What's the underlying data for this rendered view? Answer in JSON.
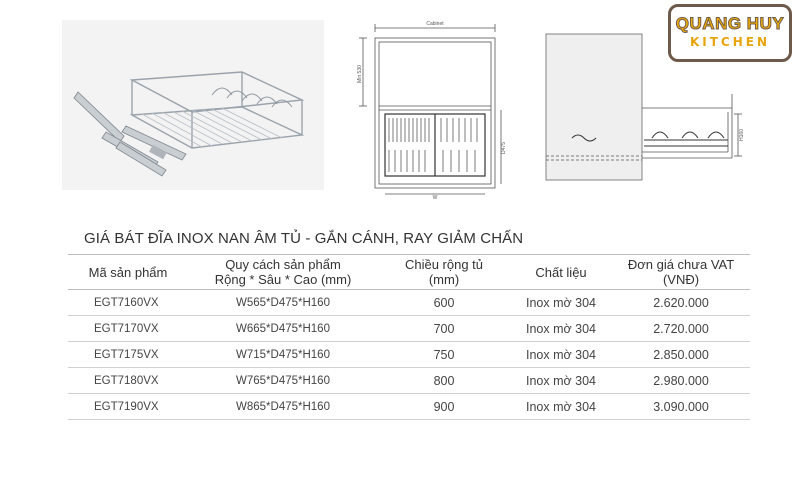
{
  "brand": {
    "name": "QUANG HUY",
    "sub": "KITCHEN"
  },
  "drawing_labels": {
    "cabinet": "Cabinet",
    "height_mark": "Min 530",
    "depth_mark": "D475",
    "width_mark": "W",
    "side_height": "H160"
  },
  "title": "GIÁ BÁT ĐĨA INOX NAN ÂM TỦ - GẮN CÁNH, RAY GIẢM CHẤN",
  "table": {
    "headers": [
      "Mã sản phẩm",
      "Quy cách sản phẩm\nRộng * Sâu * Cao (mm)",
      "Chiều rộng tủ\n(mm)",
      "Chất liệu",
      "Đơn giá chưa VAT (VNĐ)"
    ],
    "rows": [
      [
        "EGT7160VX",
        "W565*D475*H160",
        "600",
        "Inox mờ 304",
        "2.620.000"
      ],
      [
        "EGT7170VX",
        "W665*D475*H160",
        "700",
        "Inox mờ 304",
        "2.720.000"
      ],
      [
        "EGT7175VX",
        "W715*D475*H160",
        "750",
        "Inox mờ 304",
        "2.850.000"
      ],
      [
        "EGT7180VX",
        "W765*D475*H160",
        "800",
        "Inox mờ 304",
        "2.980.000"
      ],
      [
        "EGT7190VX",
        "W865*D475*H160",
        "900",
        "Inox mờ 304",
        "3.090.000"
      ]
    ]
  }
}
